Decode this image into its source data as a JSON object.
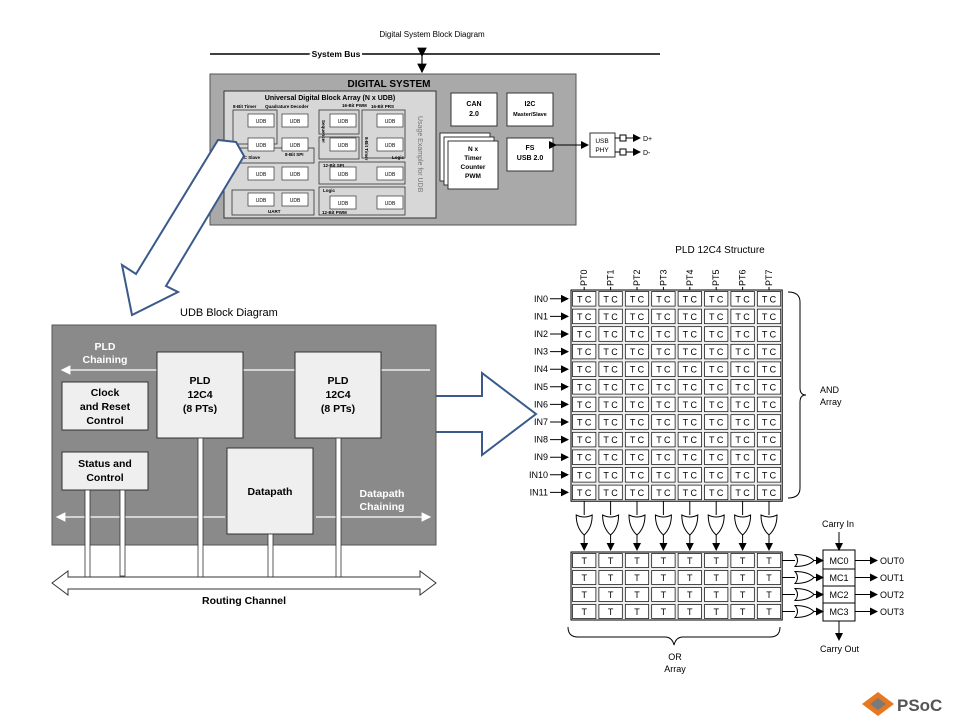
{
  "top": {
    "title": "Digital System Block Diagram",
    "system_bus": "System Bus",
    "digital_system": "DIGITAL SYSTEM",
    "udb_array": "Universal Digital Block Array (N x UDB)",
    "usage_example": "Usage Example for UDB",
    "udb": "UDB",
    "labels": {
      "timer8": "8-Bit Timer",
      "quad": "Quadrature Decoder",
      "pwm16": "16-Bit PWM",
      "prs16": "16-Bit PRS",
      "seq": "Sequencer",
      "spi8": "8-Bit SPI",
      "timer8b": "8-Bit Timer",
      "i2c_slave": "I2C Slave",
      "logic": "Logic",
      "spi12": "12-Bit SPI",
      "uart": "UART",
      "logic2": "Logic",
      "pwm12": "12-Bit PWM"
    },
    "can": [
      "CAN",
      "2.0"
    ],
    "i2c": [
      "I2C",
      "Master/Slave"
    ],
    "timer": [
      "N x",
      "Timer",
      "Counter",
      "PWM"
    ],
    "fs_usb": [
      "FS",
      "USB 2.0"
    ],
    "usb_phy": [
      "USB",
      "PHY"
    ],
    "dplus": "D+",
    "dminus": "D-"
  },
  "udb_diagram": {
    "title": "UDB Block Diagram",
    "pld_chaining": [
      "PLD",
      "Chaining"
    ],
    "clock_reset": [
      "Clock",
      "and Reset",
      "Control"
    ],
    "status_control": [
      "Status and",
      "Control"
    ],
    "pld1": [
      "PLD",
      "12C4",
      "(8 PTs)"
    ],
    "pld2": [
      "PLD",
      "12C4",
      "(8 PTs)"
    ],
    "datapath": "Datapath",
    "datapath_chaining": [
      "Datapath",
      "Chaining"
    ],
    "routing_channel": "Routing Channel"
  },
  "pld": {
    "title": "PLD 12C4 Structure",
    "pt_labels": [
      "PT0",
      "PT1",
      "PT2",
      "PT3",
      "PT4",
      "PT5",
      "PT6",
      "PT7"
    ],
    "inputs": [
      "IN0",
      "IN1",
      "IN2",
      "IN3",
      "IN4",
      "IN5",
      "IN6",
      "IN7",
      "IN8",
      "IN9",
      "IN10",
      "IN11"
    ],
    "cell": "T C",
    "t_cell": "T",
    "and_array": [
      "AND",
      "Array"
    ],
    "or_array": [
      "OR",
      "Array"
    ],
    "carry_in": "Carry In",
    "carry_out": "Carry Out",
    "macrocells": [
      "MC0",
      "MC1",
      "MC2",
      "MC3"
    ],
    "outputs": [
      "OUT0",
      "OUT1",
      "OUT2",
      "OUT3"
    ]
  },
  "logo": {
    "text": "PSoC"
  },
  "colors": {
    "gray_dark": "#8a8a8a",
    "gray_light": "#eaeaea",
    "arrow_blue": "#3a5a8c"
  }
}
